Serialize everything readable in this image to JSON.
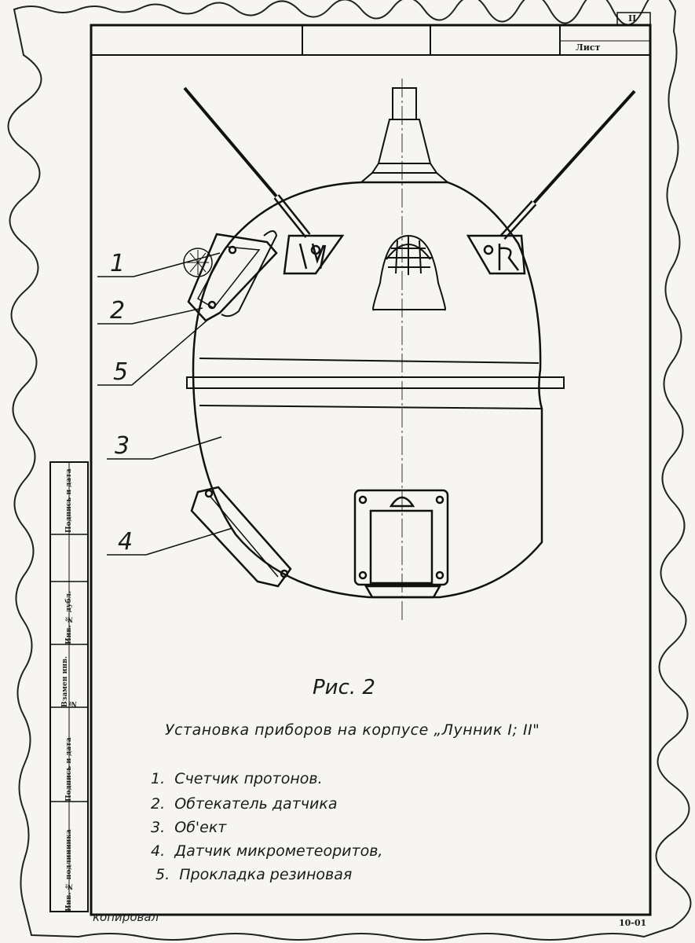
{
  "title_block": {
    "sheet_label": "Лист",
    "sheet_number": "II"
  },
  "figure": {
    "caption": "Рис. 2",
    "subtitle": "Установка приборов на корпусе „Лунник I; II\""
  },
  "callouts": [
    {
      "id": "1",
      "label": "1"
    },
    {
      "id": "2",
      "label": "2"
    },
    {
      "id": "5",
      "label": "5"
    },
    {
      "id": "3",
      "label": "3"
    },
    {
      "id": "4",
      "label": "4"
    }
  ],
  "legend": [
    {
      "num": "1.",
      "text": "Счетчик протонов."
    },
    {
      "num": "2.",
      "text": "Обтекатель датчика"
    },
    {
      "num": "3.",
      "text": "Об'ект"
    },
    {
      "num": "4.",
      "text": "Датчик микрометеоритов,"
    },
    {
      "num": "5.",
      "text": "Прокладка резиновая"
    }
  ],
  "side_column": [
    "Инв. № подлинника",
    "Подпись и дата",
    "Взамен инв. №",
    "Инв. № дубл.",
    "Подпись и дата"
  ],
  "bottom_note": "копировал",
  "corner_code": "10-01"
}
